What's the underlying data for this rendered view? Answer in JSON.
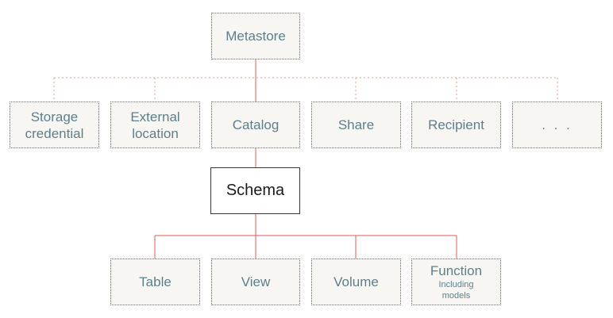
{
  "colors": {
    "line": "#e05a4f",
    "dotted_line": "#e59b8f",
    "box_fill": "#f7f6f2",
    "box_text": "#5e7f8a",
    "highlight_border": "#1f3b4d"
  },
  "metastore": {
    "label": "Metastore"
  },
  "level1": {
    "items": [
      {
        "line1": "Storage",
        "line2": "credential"
      },
      {
        "line1": "External",
        "line2": "location"
      },
      {
        "line1": "Catalog"
      },
      {
        "line1": "Share"
      },
      {
        "line1": "Recipient"
      },
      {
        "line1": ". . ."
      }
    ]
  },
  "schema": {
    "label": "Schema"
  },
  "level3": {
    "items": [
      {
        "line1": "Table"
      },
      {
        "line1": "View"
      },
      {
        "line1": "Volume"
      },
      {
        "line1": "Function",
        "sub1": "Including",
        "sub2": "models"
      }
    ]
  }
}
